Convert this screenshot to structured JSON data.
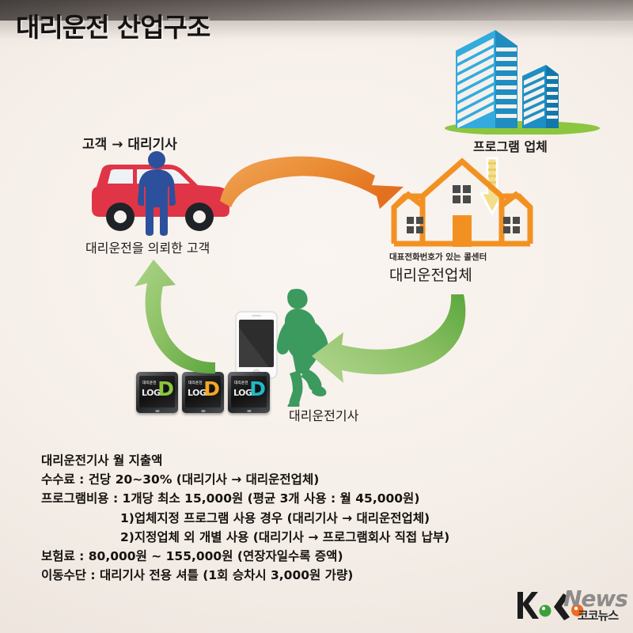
{
  "title": "대리운전 산업구조",
  "colors": {
    "title_text": "#141212",
    "car_red": "#e03546",
    "customer_blue": "#2c509b",
    "building_blue": "#2ba6de",
    "grass_green": "#8cc63f",
    "house_orange": "#f29122",
    "arrow_orange": "#ee8b38",
    "arrow_green": "#8cc063",
    "arrow_yellow": "#f2de8c",
    "runner_green": "#3c9a5f",
    "app_green": "#8cc63f",
    "app_orange": "#f5a623",
    "app_cyan": "#22b9c4",
    "logo_green": "#3aa03a",
    "logo_orange": "#ef6b1f",
    "logo_news_gray": "#8e8b89"
  },
  "nodes": {
    "customer": {
      "flow_label": "고객 → 대리기사",
      "caption": "대리운전을 의뢰한 고객",
      "icon": "car-with-customer-icon"
    },
    "program_company": {
      "label": "프로그램 업체",
      "icon": "office-buildings-icon"
    },
    "agency": {
      "small_label": "대표전화번호가 있는 콜센터",
      "label": "대리운전업체",
      "icon": "house-icon"
    },
    "driver": {
      "label": "대리운전기사",
      "icon": "running-person-icon"
    },
    "smartphone": {
      "icon": "smartphone-icon"
    },
    "app_icons": [
      {
        "name": "app-icon-logi-green",
        "tiny_text": "대리운전",
        "word": "LOGI",
        "letter": "D",
        "accent": "#8cc63f"
      },
      {
        "name": "app-icon-logi-orange",
        "tiny_text": "대리운전",
        "word": "LOGI",
        "letter": "D",
        "accent": "#f5a623"
      },
      {
        "name": "app-icon-logi-cyan",
        "tiny_text": "대리운전",
        "word": "LOGI",
        "letter": "D",
        "accent": "#22b9c4"
      }
    ]
  },
  "arrows": [
    {
      "name": "arrow-customer-to-agency",
      "color": "#ee8b38",
      "direction": "right"
    },
    {
      "name": "arrow-agency-to-driver",
      "color": "#8cc063",
      "direction": "left"
    },
    {
      "name": "arrow-driver-to-customer",
      "color": "#8cc063",
      "direction": "up-left"
    },
    {
      "name": "arrow-program-to-agency",
      "color": "#f2de8c",
      "direction": "down"
    }
  ],
  "cost_block": {
    "heading": "대리운전기사 월 지출액",
    "lines": [
      {
        "text": "수수료 : 건당 20~30% (대리기사 → 대리운전업체)",
        "indent": false
      },
      {
        "text": "프로그램비용 : 1개당 최소 15,000원 (평균 3개 사용 : 월 45,000원)",
        "indent": false
      },
      {
        "text": "1)업체지정 프로그램 사용 경우 (대리기사 → 대리운전업체)",
        "indent": true
      },
      {
        "text": "2)지정업체 외 개별 사용 (대리기사 → 프로그램회사 직접 납부)",
        "indent": true
      },
      {
        "text": "보험료 : 80,000원 ~ 155,000원 (연장자일수록 증액)",
        "indent": false
      },
      {
        "text": "이동수단 : 대리기사 전용 셔틀 (1회 승차시 3,000원 가량)",
        "indent": false
      }
    ]
  },
  "logo": {
    "ko": "KoKo",
    "news": "News",
    "korean": "코코뉴스"
  }
}
